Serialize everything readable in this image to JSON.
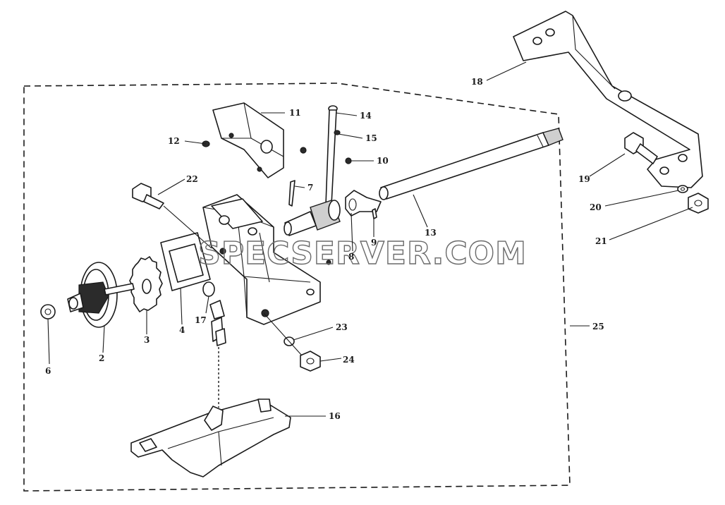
{
  "watermark": "SPECSERVER.COM",
  "callouts": {
    "c2": "2",
    "c3": "3",
    "c4": "4",
    "c6": "6",
    "c7": "7",
    "c8": "8",
    "c9": "9",
    "c10": "10",
    "c11": "11",
    "c12": "12",
    "c13": "13",
    "c14": "14",
    "c15": "15",
    "c16": "16",
    "c17": "17",
    "c18": "18",
    "c19": "19",
    "c20": "20",
    "c21": "21",
    "c22": "22",
    "c23": "23",
    "c24": "24",
    "c25": "25"
  }
}
